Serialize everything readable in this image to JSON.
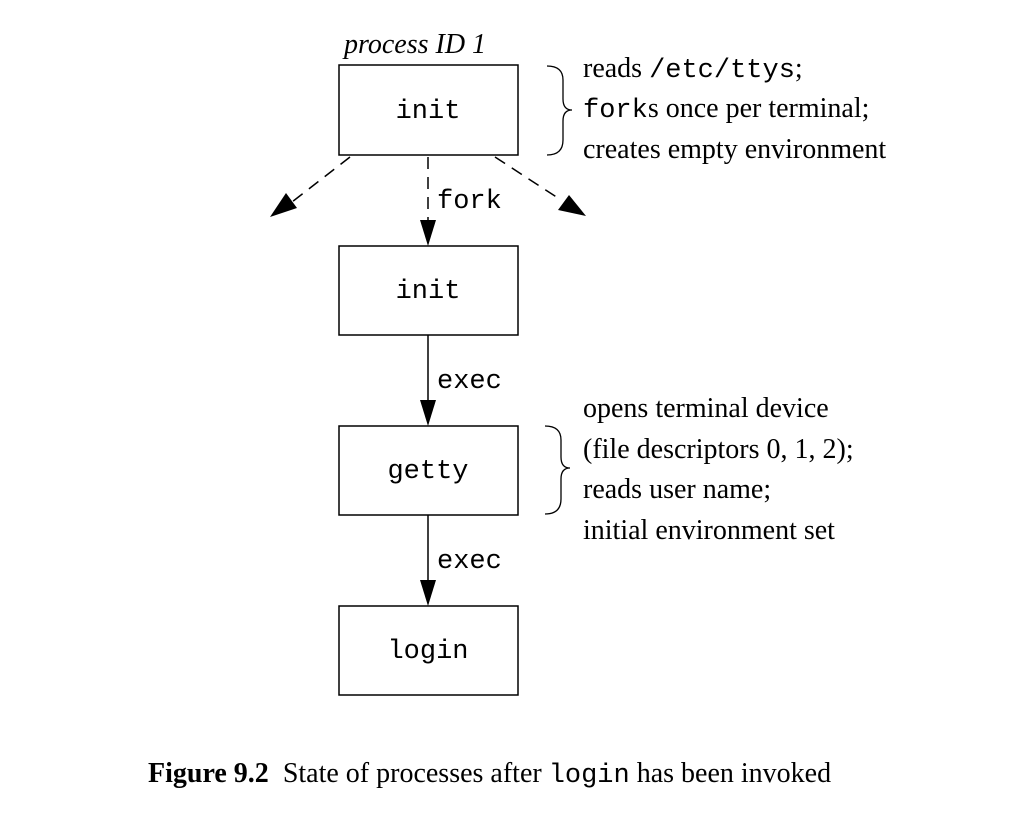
{
  "top_label": "process ID 1",
  "nodes": {
    "init_root": "init",
    "init_child": "init",
    "getty": "getty",
    "login": "login"
  },
  "edges": {
    "fork": "fork",
    "exec1": "exec",
    "exec2": "exec"
  },
  "notes": {
    "init": {
      "line1_pre": "reads ",
      "line1_code": "/etc/ttys",
      "line1_post": ";",
      "line2_code": "fork",
      "line2_post": "s once per terminal;",
      "line3": "creates empty environment"
    },
    "getty": {
      "line1": "opens terminal device",
      "line2": "(file descriptors 0, 1, 2);",
      "line3": "reads user name;",
      "line4": "initial environment set"
    }
  },
  "caption": {
    "label": "Figure 9.2",
    "text_pre": "State of processes after ",
    "text_code": "login",
    "text_post": " has been invoked"
  }
}
